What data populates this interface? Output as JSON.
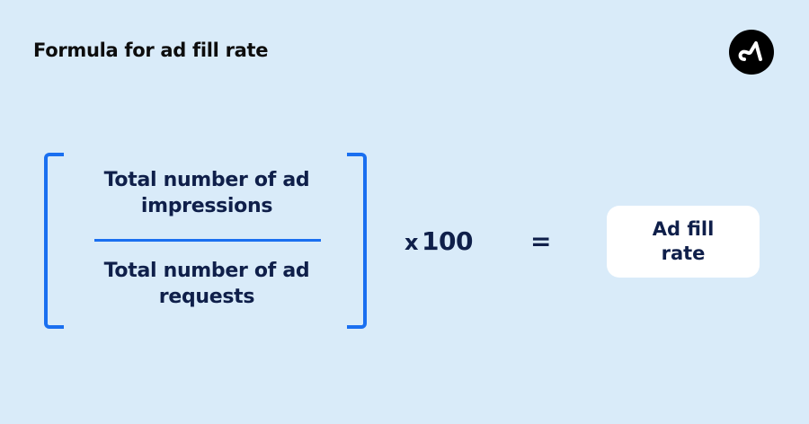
{
  "title": "Formula for ad fill rate",
  "logo": {
    "icon": "brand-a-logo-icon"
  },
  "formula": {
    "numerator": "Total number of ad impressions",
    "denominator": "Total number of ad requests",
    "multiplier_symbol": "x",
    "multiplier_value": "100",
    "equals": "=",
    "result": "Ad fill rate"
  },
  "colors": {
    "background": "#d9ebf9",
    "accent": "#1a6ff0",
    "text": "#0f1f4a",
    "result_box": "#ffffff"
  }
}
